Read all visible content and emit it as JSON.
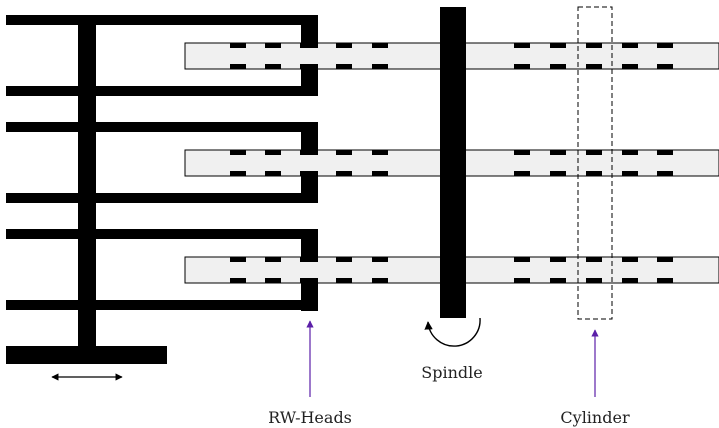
{
  "labels": {
    "rw_heads": "RW-Heads",
    "spindle": "Spindle",
    "cylinder": "Cylinder"
  },
  "colors": {
    "structure": "#000000",
    "platter_fill": "#f0f0f0",
    "platter_stroke": "#000000",
    "pointer_arrow": "#5b1fa8",
    "label_text": "#222222"
  },
  "counts": {
    "platters": 3,
    "actuator_arms": 6
  }
}
